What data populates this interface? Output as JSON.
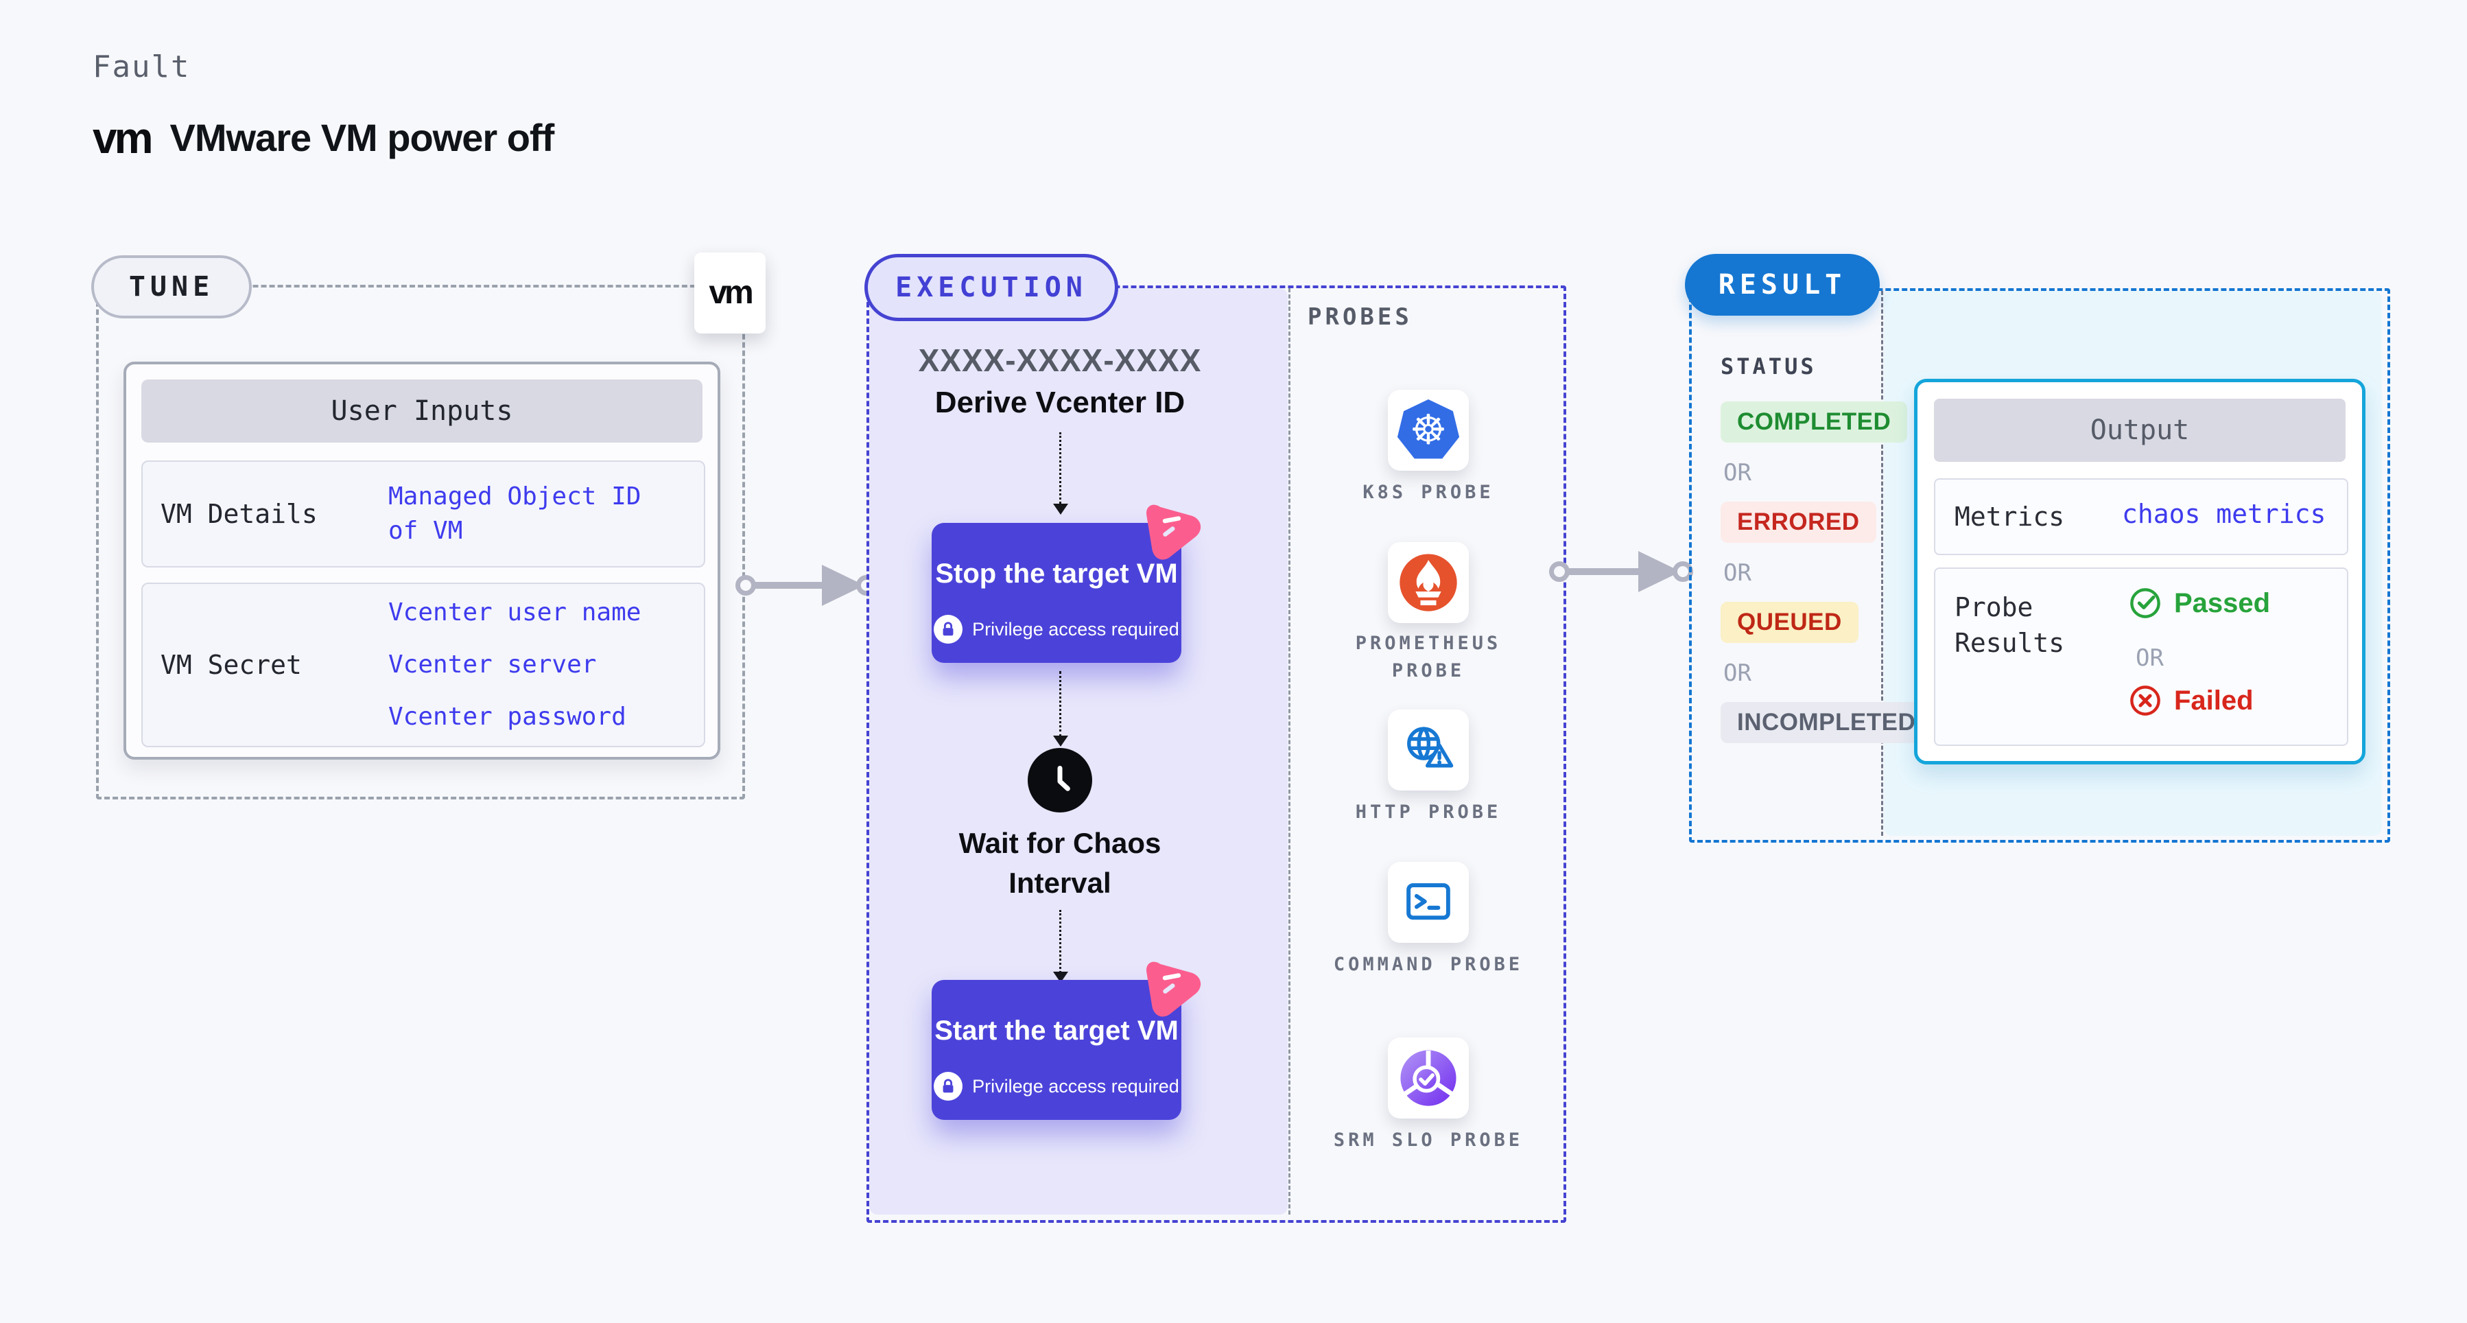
{
  "header": {
    "eyebrow": "Fault",
    "title": "VMware VM power off",
    "brand_icon": "vmware-logo"
  },
  "tune": {
    "badge": "TUNE",
    "vmware_card_icon": "vmware-logo",
    "vm_wordmark": "vm",
    "user_inputs": {
      "title": "User Inputs",
      "rows": [
        {
          "label": "VM Details",
          "values": [
            "Managed Object ID of VM"
          ]
        },
        {
          "label": "VM Secret",
          "values": [
            "Vcenter user name",
            "Vcenter server",
            "Vcenter password"
          ]
        }
      ]
    }
  },
  "execution": {
    "badge": "EXECUTION",
    "derive_code": "XXXX-XXXX-XXXX",
    "derive_title": "Derive Vcenter ID",
    "stop_step": {
      "title": "Stop the target VM",
      "note": "Privilege access required",
      "icon": "lock-icon",
      "corner_icon": "litmus-chaos-icon"
    },
    "wait_step": {
      "line1": "Wait for Chaos",
      "line2": "Interval",
      "icon": "clock-icon"
    },
    "start_step": {
      "title": "Start the target VM",
      "note": "Privilege access required",
      "icon": "lock-icon",
      "corner_icon": "litmus-chaos-icon"
    }
  },
  "probes": {
    "title": "PROBES",
    "items": [
      {
        "label": "K8S PROBE",
        "icon": "kubernetes-icon"
      },
      {
        "label": "PROMETHEUS PROBE",
        "icon": "prometheus-icon"
      },
      {
        "label": "HTTP PROBE",
        "icon": "http-globe-icon"
      },
      {
        "label": "COMMAND PROBE",
        "icon": "terminal-icon"
      },
      {
        "label": "SRM SLO PROBE",
        "icon": "srm-slo-donut-icon"
      }
    ]
  },
  "result": {
    "badge": "RESULT",
    "status_title": "STATUS",
    "or_label": "OR",
    "statuses": [
      {
        "label": "COMPLETED",
        "kind": "completed"
      },
      {
        "label": "ERRORED",
        "kind": "errored"
      },
      {
        "label": "QUEUED",
        "kind": "queued"
      },
      {
        "label": "INCOMPLETED",
        "kind": "incompleted"
      }
    ],
    "output": {
      "title": "Output",
      "metrics_label": "Metrics",
      "metrics_value": "chaos metrics",
      "probe_results_label": "Probe Results",
      "passed": "Passed",
      "or": "OR",
      "failed": "Failed"
    }
  },
  "colors": {
    "page_bg": "#f7f8fb",
    "tune_dash": "#99a1ac",
    "execution_accent": "#4543d2",
    "step_card": "#4b43d9",
    "execution_fill": "#e7e6fb",
    "result_accent": "#1577d2",
    "output_border": "#14a5da",
    "result_fill": "#e9f7fd",
    "value_blue": "#3e3bee",
    "success_green": "#27a33b",
    "fail_red": "#d8261c",
    "kubernetes_blue": "#326de6",
    "prometheus_orange": "#e6522c",
    "litmus_pink": "#fb5e8e",
    "arrow_gray": "#b2b4c3"
  }
}
